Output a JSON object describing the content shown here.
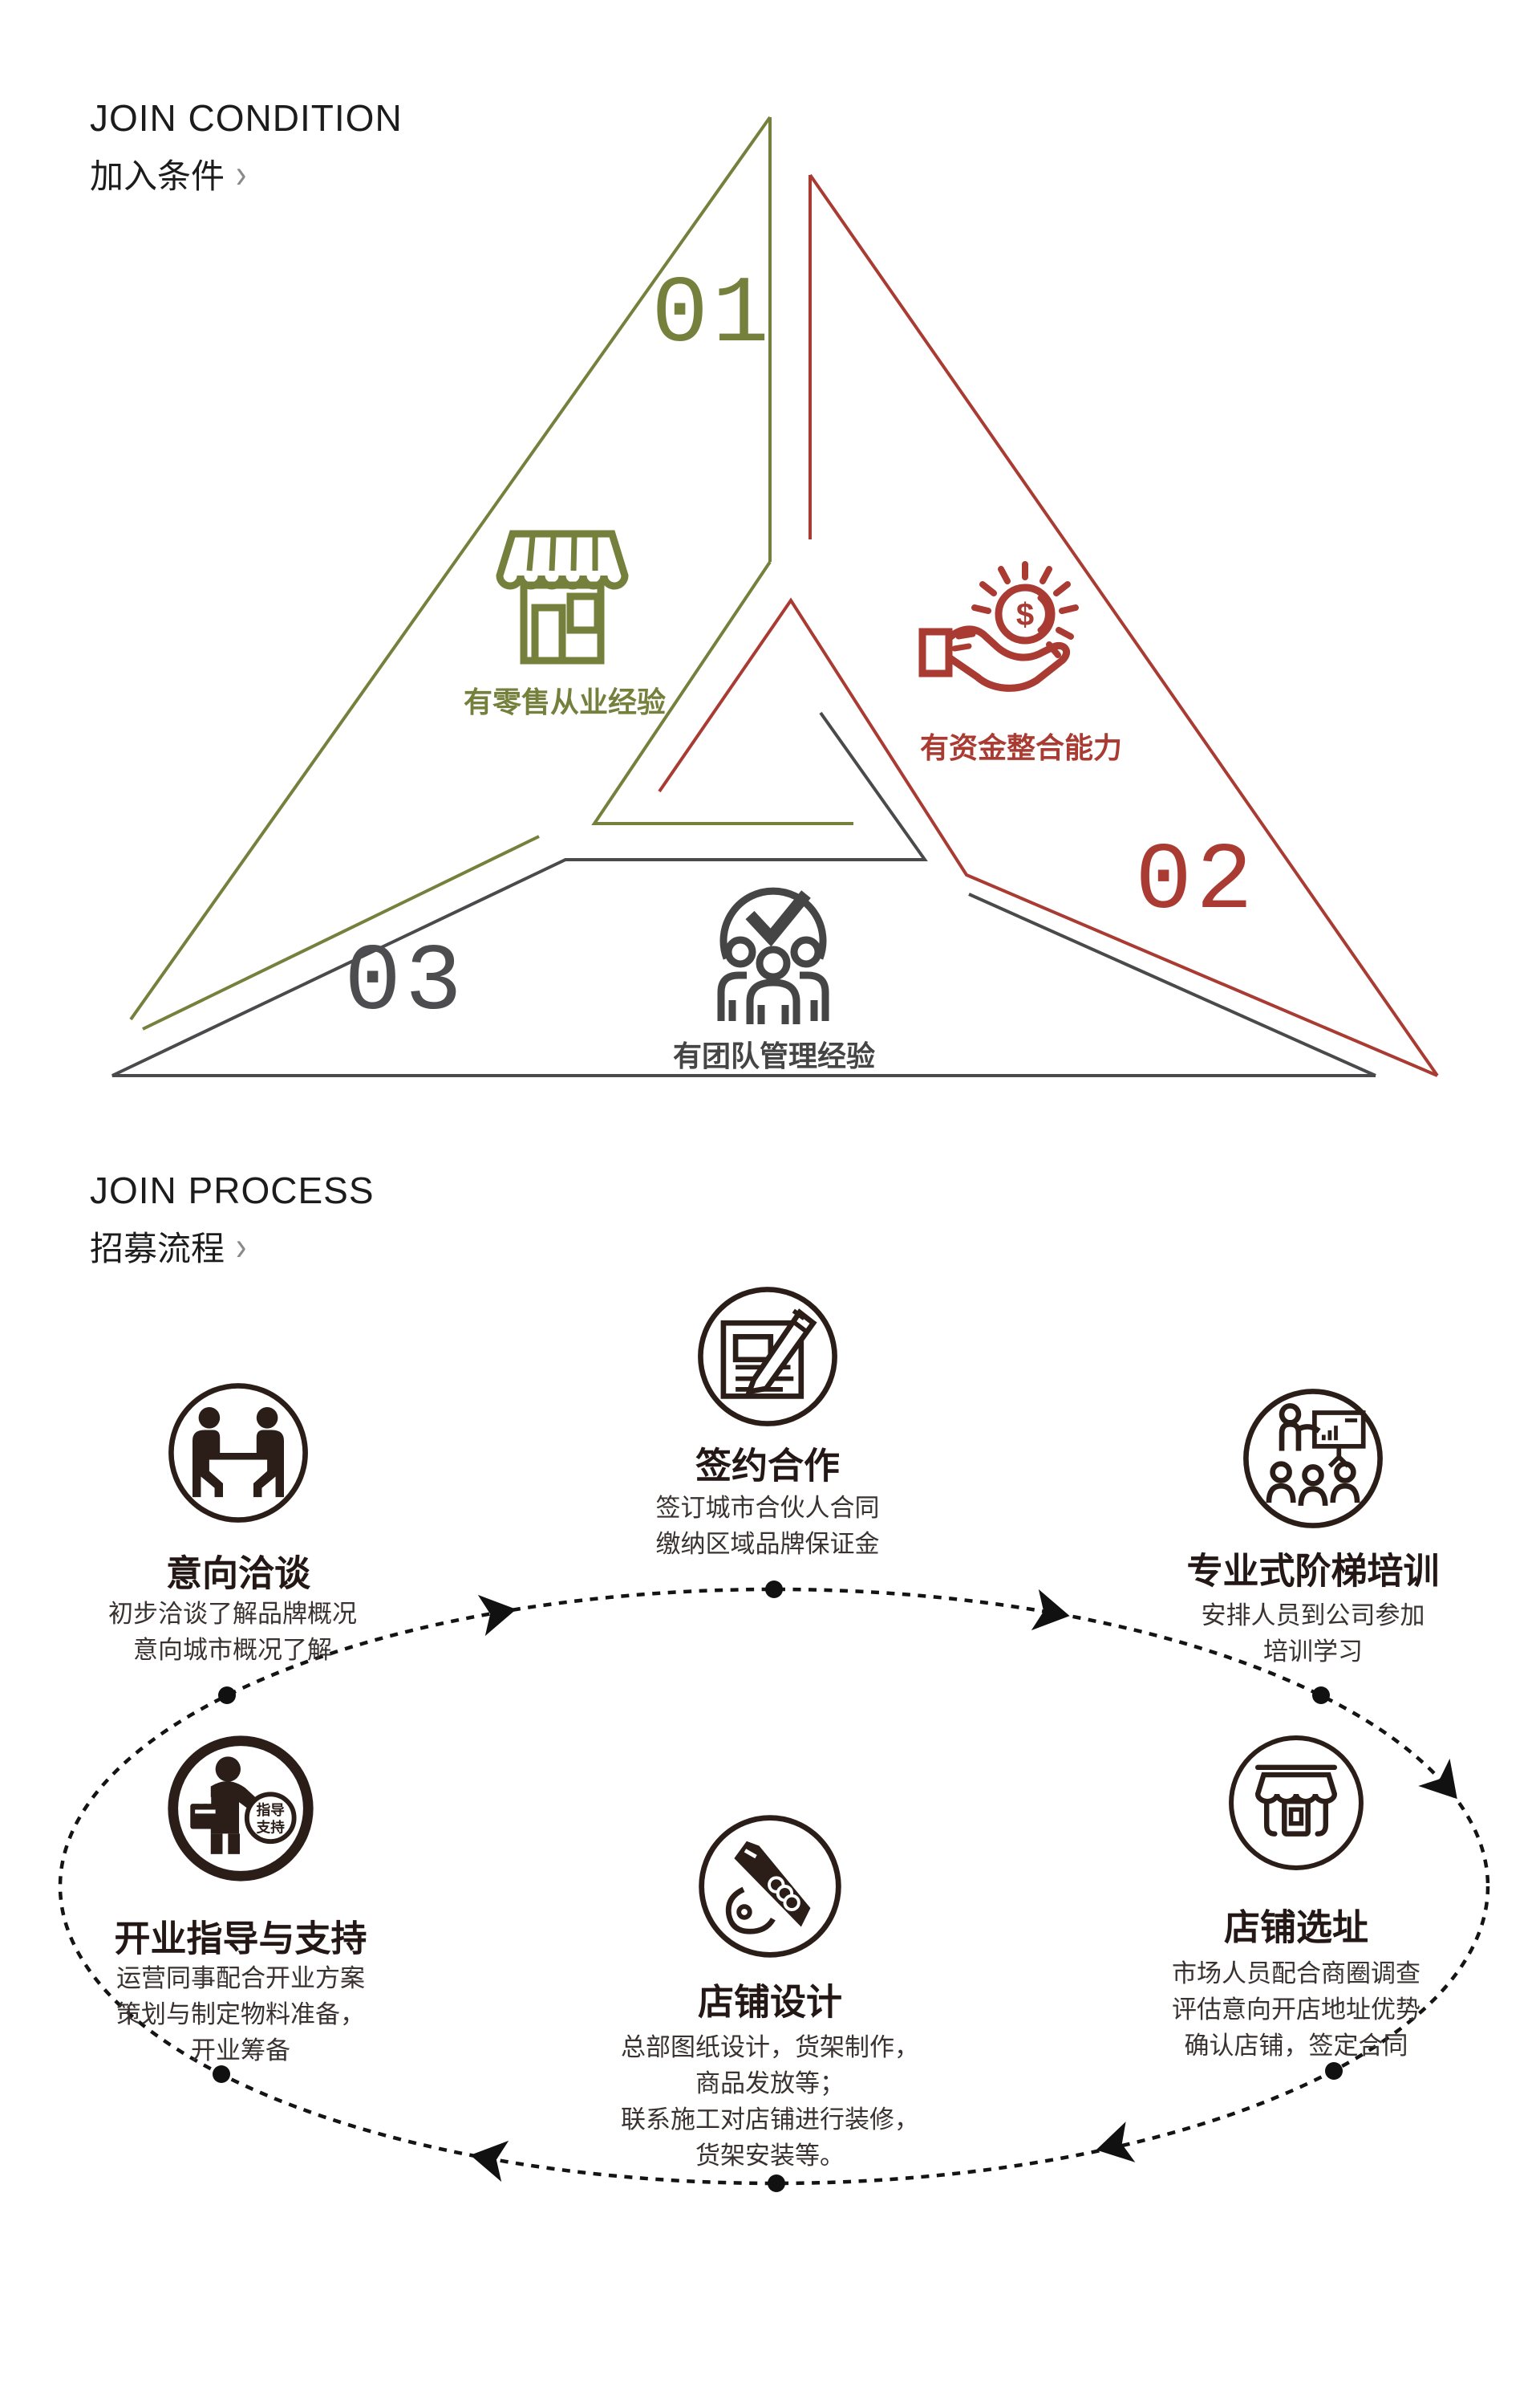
{
  "colors": {
    "green": "#76803D",
    "red": "#A93B33",
    "dark": "#4A4A4D",
    "ink": "#2B1E18"
  },
  "join_condition": {
    "title_en": "JOIN CONDITION",
    "title_zh": "加入条件",
    "chevron": "›",
    "items": [
      {
        "num": "01",
        "label": "有零售从业经验"
      },
      {
        "num": "02",
        "label": "有资金整合能力"
      },
      {
        "num": "03",
        "label": "有团队管理经验"
      }
    ],
    "coin_symbol": "$"
  },
  "join_process": {
    "title_en": "JOIN PROCESS",
    "title_zh": "招募流程",
    "chevron": "›",
    "steps": [
      {
        "title": "意向洽谈",
        "desc": [
          "初步洽谈了解品牌概况",
          "意向城市概况了解"
        ]
      },
      {
        "title": "签约合作",
        "desc": [
          "签订城市合伙人合同",
          "缴纳区域品牌保证金"
        ]
      },
      {
        "title": "专业式阶梯培训",
        "desc": [
          "安排人员到公司参加",
          "培训学习"
        ]
      },
      {
        "title": "开业指导与支持",
        "desc": [
          "运营同事配合开业方案",
          "策划与制定物料准备，",
          "开业筹备"
        ],
        "badge_line1": "指导",
        "badge_line2": "支持"
      },
      {
        "title": "店铺设计",
        "desc": [
          "总部图纸设计，货架制作，",
          "商品发放等；",
          "联系施工对店铺进行装修，",
          "货架安装等。"
        ]
      },
      {
        "title": "店铺选址",
        "desc": [
          "市场人员配合商圈调查",
          "评估意向开店地址优势",
          "确认店铺，签定合同"
        ]
      }
    ]
  }
}
